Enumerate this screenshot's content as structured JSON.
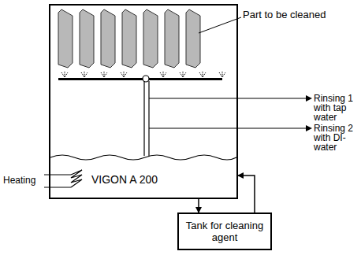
{
  "diagram": {
    "nodes": [
      {
        "text": [
          "VIGON A 200"
        ]
      },
      {
        "text": [
          "Tank for cleaning agent"
        ]
      }
    ],
    "edges": [
      {
        "from": 0,
        "to": 1,
        "arrow": "to"
      },
      {
        "from": 1,
        "to": 0,
        "arrow": "to"
      }
    ],
    "labels": [
      "Part to be cleaned",
      "Rinsing 1 with tap water",
      "Rinsing 2 with DI-water",
      "Heating"
    ]
  }
}
